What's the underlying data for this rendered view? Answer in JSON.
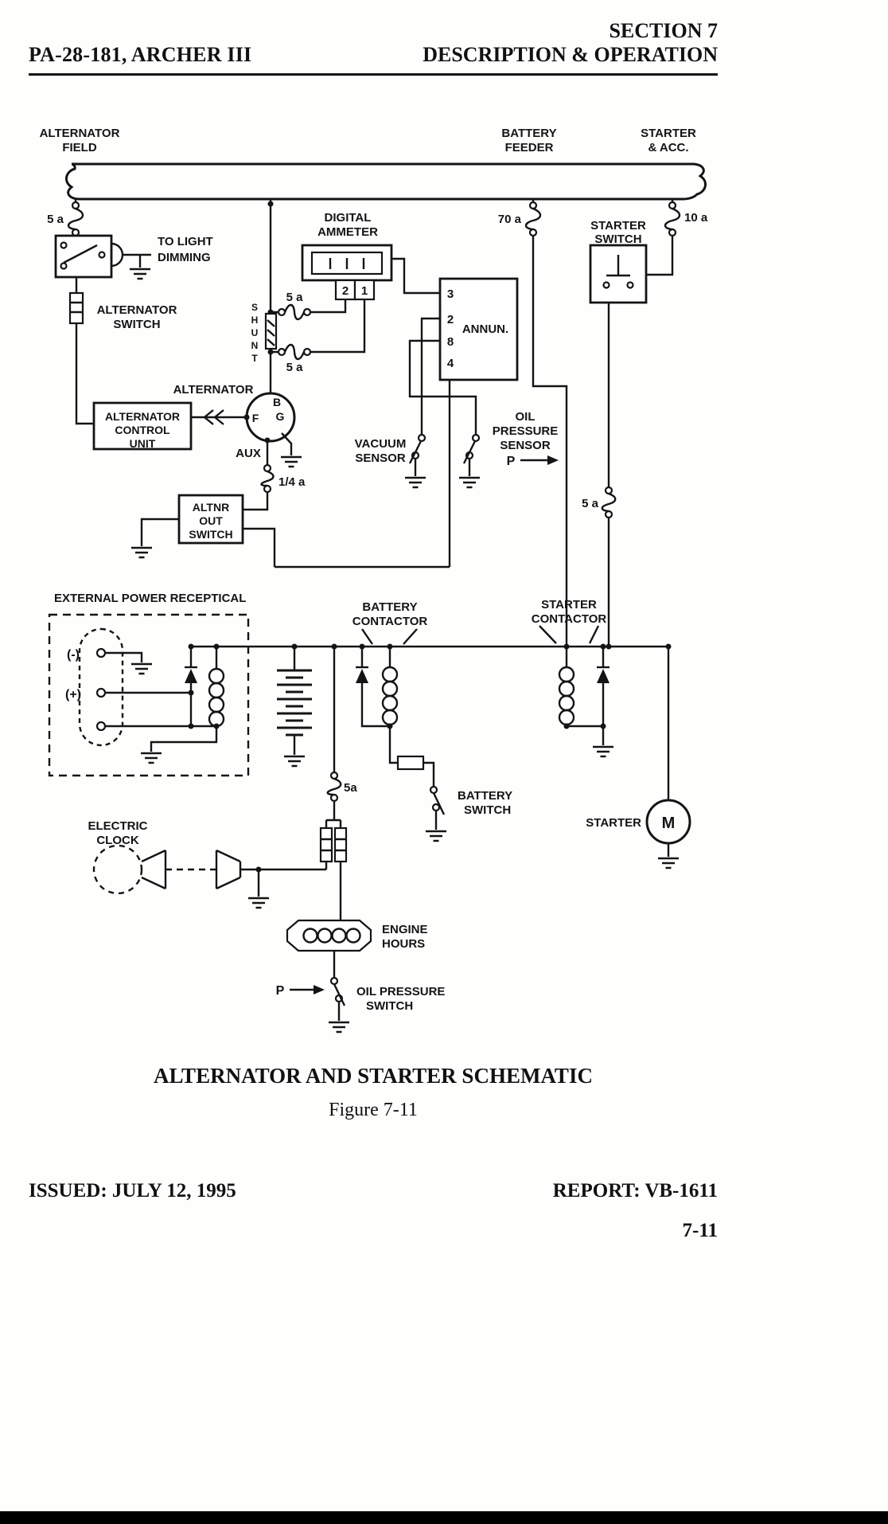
{
  "header": {
    "doc_title": "PA-28-181, ARCHER III",
    "section": "SECTION 7",
    "section_sub": "DESCRIPTION & OPERATION"
  },
  "figure": {
    "title": "ALTERNATOR AND STARTER SCHEMATIC",
    "caption": "Figure 7-11"
  },
  "footer": {
    "issued": "ISSUED: JULY 12, 1995",
    "report": "REPORT: VB-1611",
    "page": "7-11"
  },
  "bus": {
    "alt1": "ALTERNATOR",
    "alt2": "FIELD",
    "bat1": "BATTERY",
    "bat2": "FEEDER",
    "st1": "STARTER",
    "st2": "& ACC."
  },
  "fuse": {
    "field": "5 a",
    "feeder": "70 a",
    "acc": "10 a",
    "shunt_top": "5 a",
    "shunt_bot": "5 a",
    "aux": "1/4 a",
    "starter": "5 a",
    "battery": "5a"
  },
  "ammeter": {
    "l1": "DIGITAL",
    "l2": "AMMETER",
    "t2": "2",
    "t1": "1"
  },
  "shunt": [
    "S",
    "H",
    "U",
    "N",
    "T"
  ],
  "annun": {
    "name": "ANNUN.",
    "t3": "3",
    "t2": "2",
    "t8": "8",
    "t4": "4"
  },
  "alt": {
    "label": "ALTERNATOR",
    "b": "B",
    "g": "G",
    "f": "F",
    "aux": "AUX",
    "sw1": "ALTERNATOR",
    "sw2": "SWITCH",
    "dim1": "TO LIGHT",
    "dim2": "DIMMING",
    "acu1": "ALTERNATOR",
    "acu2": "CONTROL",
    "acu3": "UNIT",
    "out1": "ALTNR",
    "out2": "OUT",
    "out3": "SWITCH"
  },
  "sensors": {
    "vac1": "VACUUM",
    "vac2": "SENSOR",
    "oil1": "OIL",
    "oil2": "PRESSURE",
    "oil3": "SENSOR",
    "p": "P"
  },
  "power": {
    "ext": "EXTERNAL POWER RECEPTICAL",
    "minus": "(-)",
    "plus": "(+)",
    "batcon1": "BATTERY",
    "batcon2": "CONTACTOR",
    "stcon1": "STARTER",
    "stcon2": "CONTACTOR",
    "batsw1": "BATTERY",
    "batsw2": "SWITCH"
  },
  "starter": {
    "sw1": "STARTER",
    "sw2": "SWITCH",
    "label": "STARTER",
    "motor": "M"
  },
  "misc": {
    "clock1": "ELECTRIC",
    "clock2": "CLOCK",
    "hours1": "ENGINE",
    "hours2": "HOURS",
    "oilsw1": "OIL PRESSURE",
    "oilsw2": "SWITCH",
    "p": "P"
  }
}
